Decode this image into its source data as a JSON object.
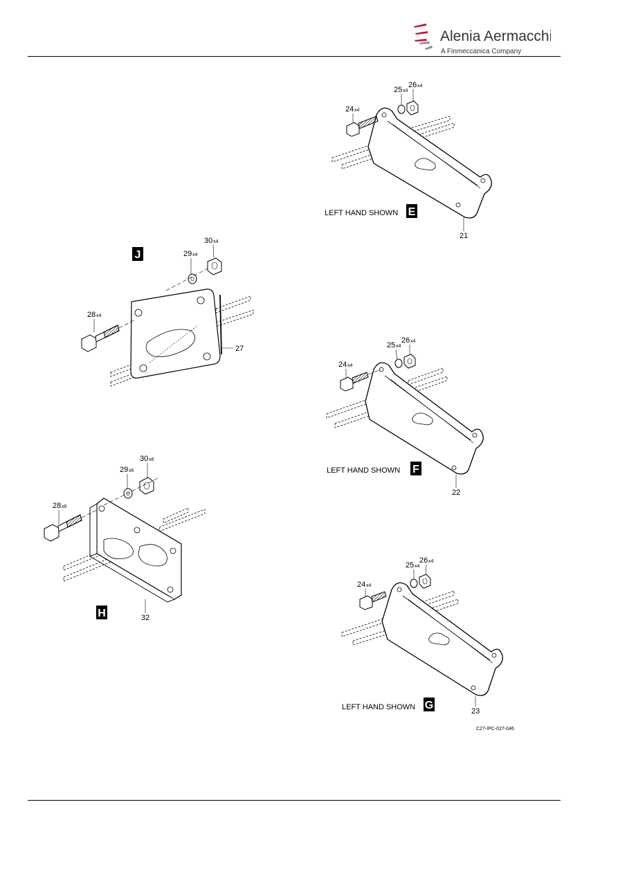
{
  "header": {
    "logo_text": "Alenia Aermacchi",
    "logo_subtext": "A Finmeccanica Company",
    "brand_color": "#c8102e"
  },
  "views": [
    {
      "id": "J",
      "panel_part": "27",
      "bolt": "28",
      "bolt_qty": "x4",
      "washer": "29",
      "washer_qty": "x4",
      "nut": "30",
      "nut_qty": "x4"
    },
    {
      "id": "H",
      "panel_part": "32",
      "bolt": "28",
      "bolt_qty": "x6",
      "washer": "29",
      "washer_qty": "x6",
      "nut": "30",
      "nut_qty": "x6"
    },
    {
      "id": "E",
      "caption": "LEFT HAND SHOWN",
      "panel_part": "21",
      "bolt": "24",
      "bolt_qty": "x4",
      "washer": "25",
      "washer_qty": "x4",
      "nut": "26",
      "nut_qty": "x4"
    },
    {
      "id": "F",
      "caption": "LEFT HAND SHOWN",
      "panel_part": "22",
      "bolt": "24",
      "bolt_qty": "x4",
      "washer": "25",
      "washer_qty": "x4",
      "nut": "26",
      "nut_qty": "x4"
    },
    {
      "id": "G",
      "caption": "LEFT HAND SHOWN",
      "panel_part": "23",
      "bolt": "24",
      "bolt_qty": "x4",
      "washer": "25",
      "washer_qty": "x4",
      "nut": "26",
      "nut_qty": "x4"
    }
  ],
  "figure_code": "C27-IPC-027-046"
}
